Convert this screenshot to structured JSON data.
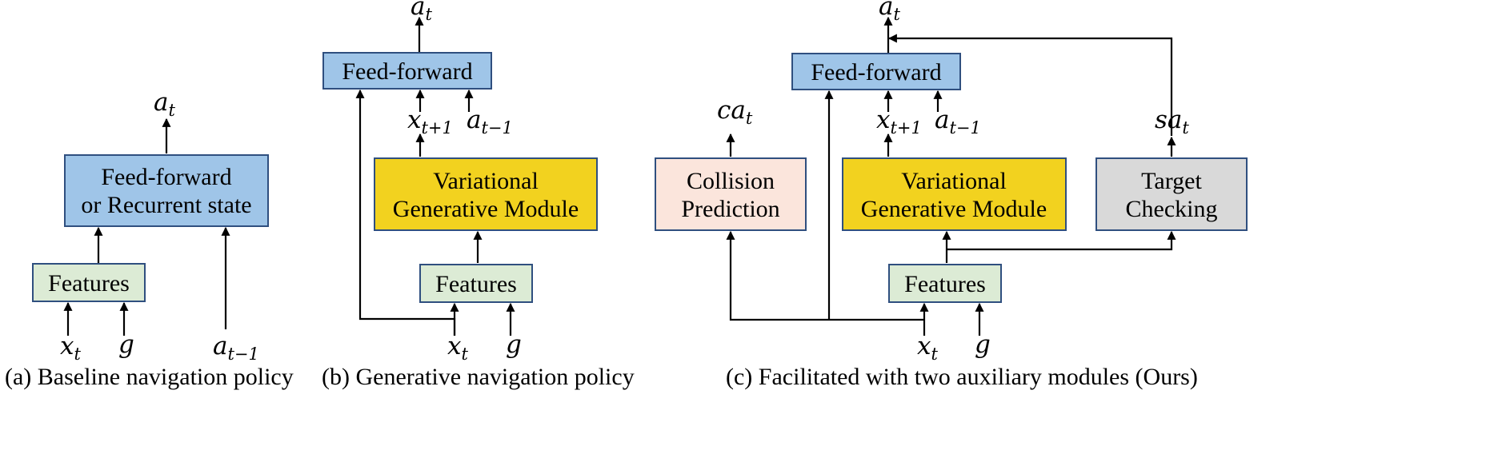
{
  "panel_a": {
    "caption": "(a) Baseline navigation policy",
    "features": "Features",
    "policy_line1": "Feed-forward",
    "policy_line2": "or Recurrent state",
    "output": "a",
    "output_sub": "t",
    "in_x": "x",
    "in_x_sub": "t",
    "in_g": "g",
    "in_a": "a",
    "in_a_sub": "t−1"
  },
  "panel_b": {
    "caption": "(b)  Generative navigation policy",
    "features": "Features",
    "vgm_line1": "Variational",
    "vgm_line2": "Generative Module",
    "ff": "Feed-forward",
    "output": "a",
    "output_sub": "t",
    "pred_x": "x",
    "pred_x_sub": "t+1",
    "prev_a": "a",
    "prev_a_sub": "t−1",
    "in_x": "x",
    "in_x_sub": "t",
    "in_g": "g"
  },
  "panel_c": {
    "caption": "(c) Facilitated with two auxiliary modules (Ours)",
    "features": "Features",
    "collision_line1": "Collision",
    "collision_line2": "Prediction",
    "vgm_line1": "Variational",
    "vgm_line2": "Generative Module",
    "target_line1": "Target",
    "target_line2": "Checking",
    "ff": "Feed-forward",
    "output": "a",
    "output_sub": "t",
    "ca": "ca",
    "ca_sub": "t",
    "sa": "sa",
    "sa_sub": "t",
    "pred_x": "x",
    "pred_x_sub": "t+1",
    "prev_a": "a",
    "prev_a_sub": "t−1",
    "in_x": "x",
    "in_x_sub": "t",
    "in_g": "g"
  },
  "colors": {
    "features_fill": "#dcebd5",
    "feedforward_fill": "#9fc5e8",
    "vgm_fill": "#f2d21f",
    "collision_fill": "#fbe5dc",
    "target_fill": "#d9d9d9",
    "box_border": "#2f4f7f"
  }
}
